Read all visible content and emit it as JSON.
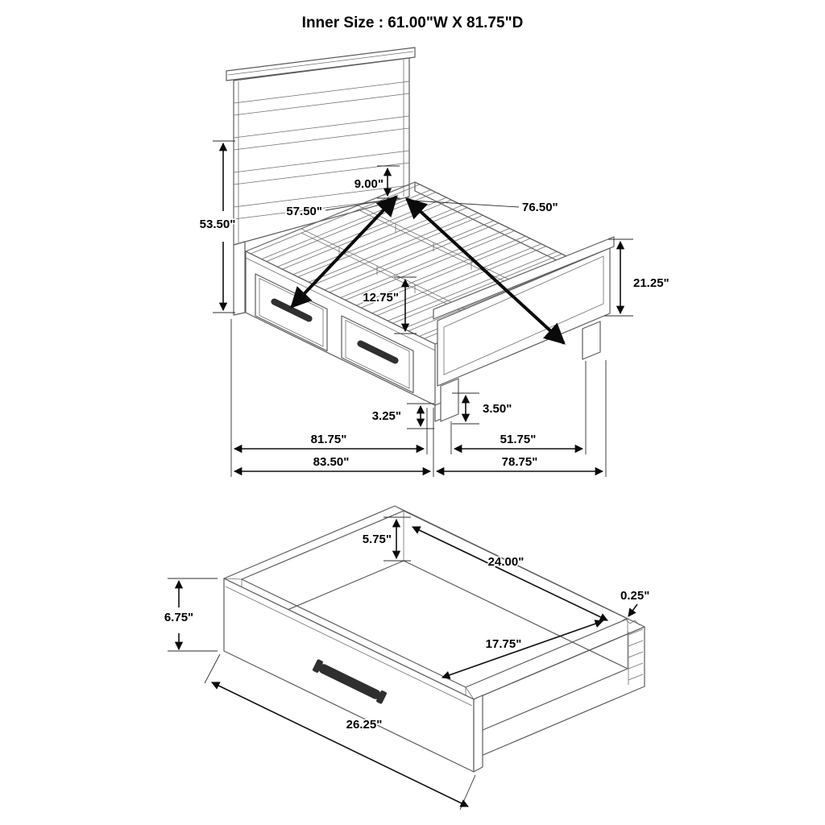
{
  "title": "Inner Size : 61.00\"W X 81.75\"D",
  "bed": {
    "dims": {
      "headboard_height": "53.50\"",
      "panel_gap": "9.00\"",
      "inner_width": "57.50\"",
      "inner_length": "76.50\"",
      "footboard_height": "21.25\"",
      "rail_height": "12.75\"",
      "drawer_clearance": "3.25\"",
      "foot_clearance": "3.50\"",
      "rail_length": "81.75\"",
      "footboard_width": "51.75\"",
      "overall_depth": "83.50\"",
      "overall_width": "78.75\""
    }
  },
  "drawer": {
    "dims": {
      "side_height": "5.75\"",
      "top_inner_depth": "24.00\"",
      "panel_thickness": "0.25\"",
      "front_height": "6.75\"",
      "bottom_inner_depth": "17.75\"",
      "front_width": "26.25\""
    }
  }
}
